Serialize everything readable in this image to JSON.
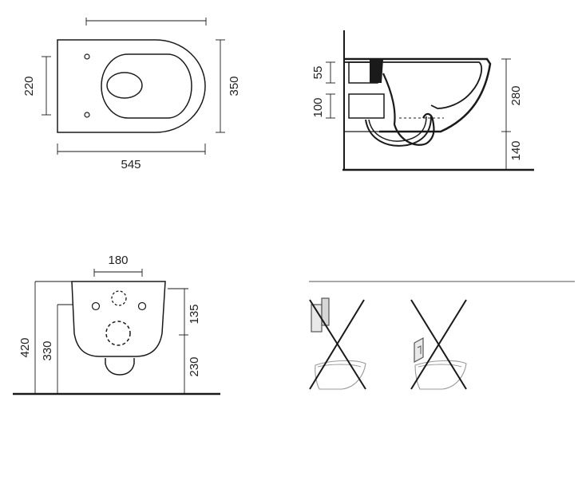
{
  "colors": {
    "ink": "#1a1a1a",
    "thin": "#333333",
    "faint": "#9a9a9a",
    "paper": "#ffffff"
  },
  "top_view": {
    "overall_length": "545",
    "overall_width": "350",
    "hole_spacing": "220"
  },
  "side_view": {
    "flush_inlet_height": "55",
    "outlet_height": "100",
    "bowl_height": "280",
    "rim_clearance": "140"
  },
  "front_view": {
    "hole_spacing": "180",
    "overall_height": "420",
    "lower_height": "330",
    "upper_offset": "135",
    "bottom_offset": "230"
  },
  "mounting_warnings": {
    "item_1": "crossed-out-flat-flush-plate",
    "item_2": "crossed-out-angled-flush-plate"
  }
}
